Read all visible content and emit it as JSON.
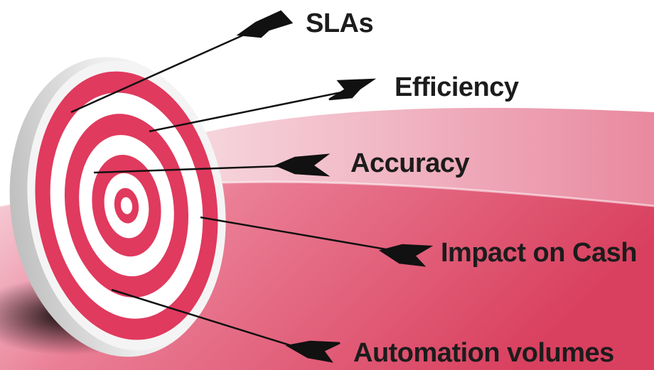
{
  "labels": {
    "slas": "SLAs",
    "efficiency": "Efficiency",
    "accuracy": "Accuracy",
    "impact_on_cash": "Impact on Cash",
    "automation_volumes": "Automation volumes"
  },
  "colors": {
    "ring_red": "#e03a5e",
    "ring_white": "#ffffff",
    "arrow": "#111111",
    "text": "#1c1c1c",
    "swoosh_light": "#f2c4cf",
    "swoosh_dark": "#e0506e"
  }
}
